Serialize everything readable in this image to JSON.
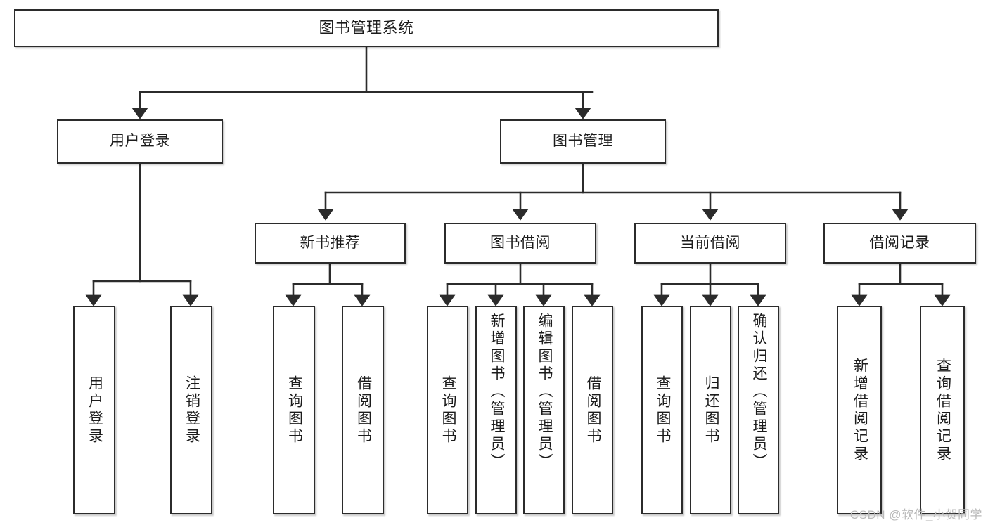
{
  "diagram": {
    "title": "图书管理系统",
    "type": "tree-hierarchy-chart",
    "watermark": "CSDN @软件_小贺同学",
    "colors": {
      "box_border": "#2b2b2b",
      "box_fill": "#ffffff",
      "connector": "#333333",
      "text": "#1c1c1c",
      "watermark": "#b9b9b9",
      "page_background": "#ffffff"
    },
    "root": {
      "label": "图书管理系统"
    },
    "level2": [
      {
        "id": "user-login",
        "label": "用户登录"
      },
      {
        "id": "book-management",
        "label": "图书管理"
      }
    ],
    "level3": [
      {
        "id": "new-book-recommend",
        "label": "新书推荐",
        "parent": "book-management"
      },
      {
        "id": "book-borrow",
        "label": "图书借阅",
        "parent": "book-management"
      },
      {
        "id": "current-borrow",
        "label": "当前借阅",
        "parent": "book-management"
      },
      {
        "id": "borrow-record",
        "label": "借阅记录",
        "parent": "book-management"
      }
    ],
    "leaves": [
      {
        "id": "leaf-user-login",
        "label": "用户登录",
        "parent": "user-login"
      },
      {
        "id": "leaf-logout-login",
        "label": "注销登录",
        "parent": "user-login"
      },
      {
        "id": "leaf-query-book-1",
        "label": "查询图书",
        "parent": "new-book-recommend"
      },
      {
        "id": "leaf-borrow-book-1",
        "label": "借阅图书",
        "parent": "new-book-recommend"
      },
      {
        "id": "leaf-query-book-2",
        "label": "查询图书",
        "parent": "book-borrow"
      },
      {
        "id": "leaf-add-book",
        "label": "新增图书（管理员）",
        "parent": "book-borrow"
      },
      {
        "id": "leaf-edit-book",
        "label": "编辑图书（管理员）",
        "parent": "book-borrow"
      },
      {
        "id": "leaf-borrow-book-2",
        "label": "借阅图书",
        "parent": "book-borrow"
      },
      {
        "id": "leaf-query-book-3",
        "label": "查询图书",
        "parent": "current-borrow"
      },
      {
        "id": "leaf-return-book",
        "label": "归还图书",
        "parent": "current-borrow"
      },
      {
        "id": "leaf-confirm-return",
        "label": "确认归还（管理员）",
        "parent": "current-borrow"
      },
      {
        "id": "leaf-add-record",
        "label": "新增借阅记录",
        "parent": "borrow-record"
      },
      {
        "id": "leaf-query-record",
        "label": "查询借阅记录",
        "parent": "borrow-record"
      }
    ]
  }
}
